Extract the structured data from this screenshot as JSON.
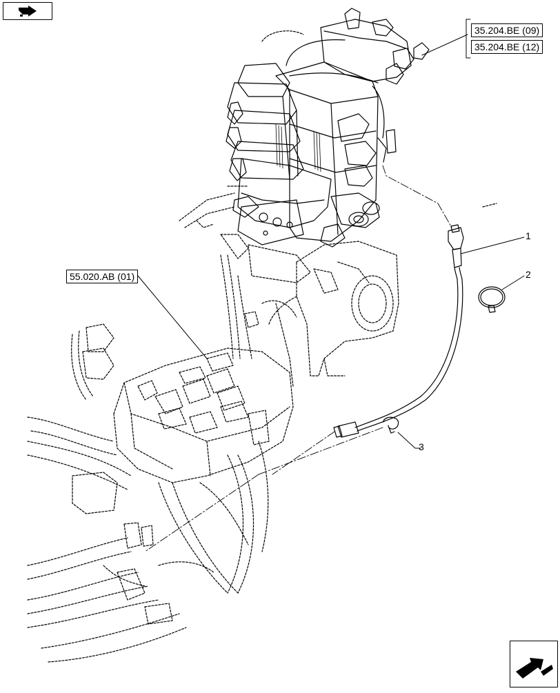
{
  "references": {
    "valve_ref_1": "35.204.BE (09)",
    "valve_ref_2": "35.204.BE (12)",
    "harness_ref": "55.020.AB (01)"
  },
  "callouts": {
    "item_1": "1",
    "item_2": "2",
    "item_3": "3"
  },
  "icons": {
    "top_left": "back-arrow-icon",
    "bottom_right": "next-arrow-icon"
  }
}
